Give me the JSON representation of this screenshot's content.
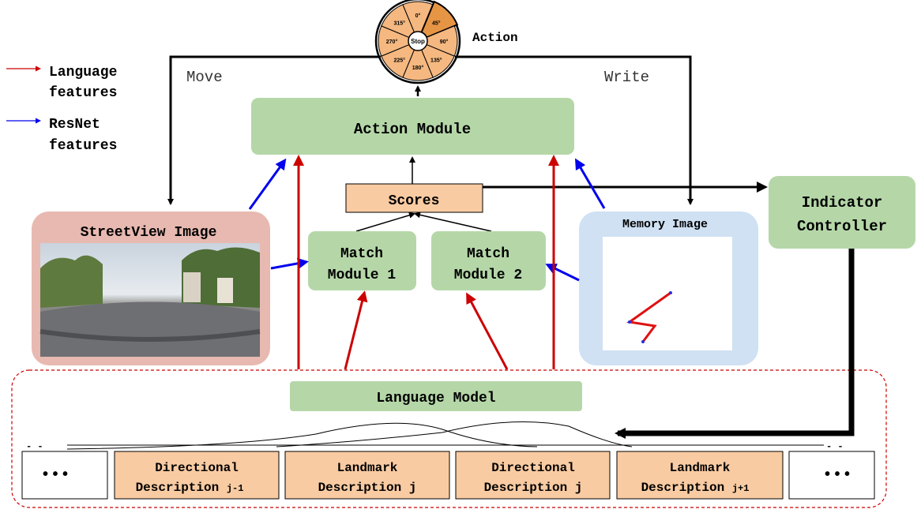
{
  "legend": {
    "language_line1": "Language",
    "language_line2": "features",
    "resnet_line1": "ResNet",
    "resnet_line2": "features"
  },
  "action_wheel": {
    "title": "Action",
    "center": "Stop",
    "angles": [
      "0",
      "45",
      "90",
      "135",
      "180",
      "225",
      "270",
      "315"
    ],
    "highlighted_angle": "45",
    "move_label": "Move",
    "write_label": "Write"
  },
  "modules": {
    "action_module": "Action Module",
    "scores": "Scores",
    "match_module_1_line1": "Match",
    "match_module_1_line2": "Module 1",
    "match_module_2_line1": "Match",
    "match_module_2_line2": "Module 2",
    "indicator_line1": "Indicator",
    "indicator_line2": "Controller",
    "language_model": "Language Model"
  },
  "streetview": {
    "title": "StreetView Image"
  },
  "memory": {
    "title": "Memory Image"
  },
  "descriptions": [
    {
      "line1": "Directional",
      "line2": "Description",
      "sub": "j-1"
    },
    {
      "line1": "Landmark",
      "line2": "Description j",
      "sub": ""
    },
    {
      "line1": "Directional",
      "line2": "Description j",
      "sub": ""
    },
    {
      "line1": "Landmark",
      "line2": "Description",
      "sub": "j+1"
    }
  ],
  "ellipsis_left": "• • •",
  "ellipsis_right": "• • •",
  "colors": {
    "green": "#b5d7a8",
    "orange": "#f9cba2",
    "wheel_orange": "#f5b880",
    "wheel_dark": "#e69545",
    "pink": "#e7b9b0",
    "blue_panel": "#cfe1f3",
    "red": "#cc0000",
    "blue": "#0000ee",
    "dashed_red": "#cc0000"
  }
}
